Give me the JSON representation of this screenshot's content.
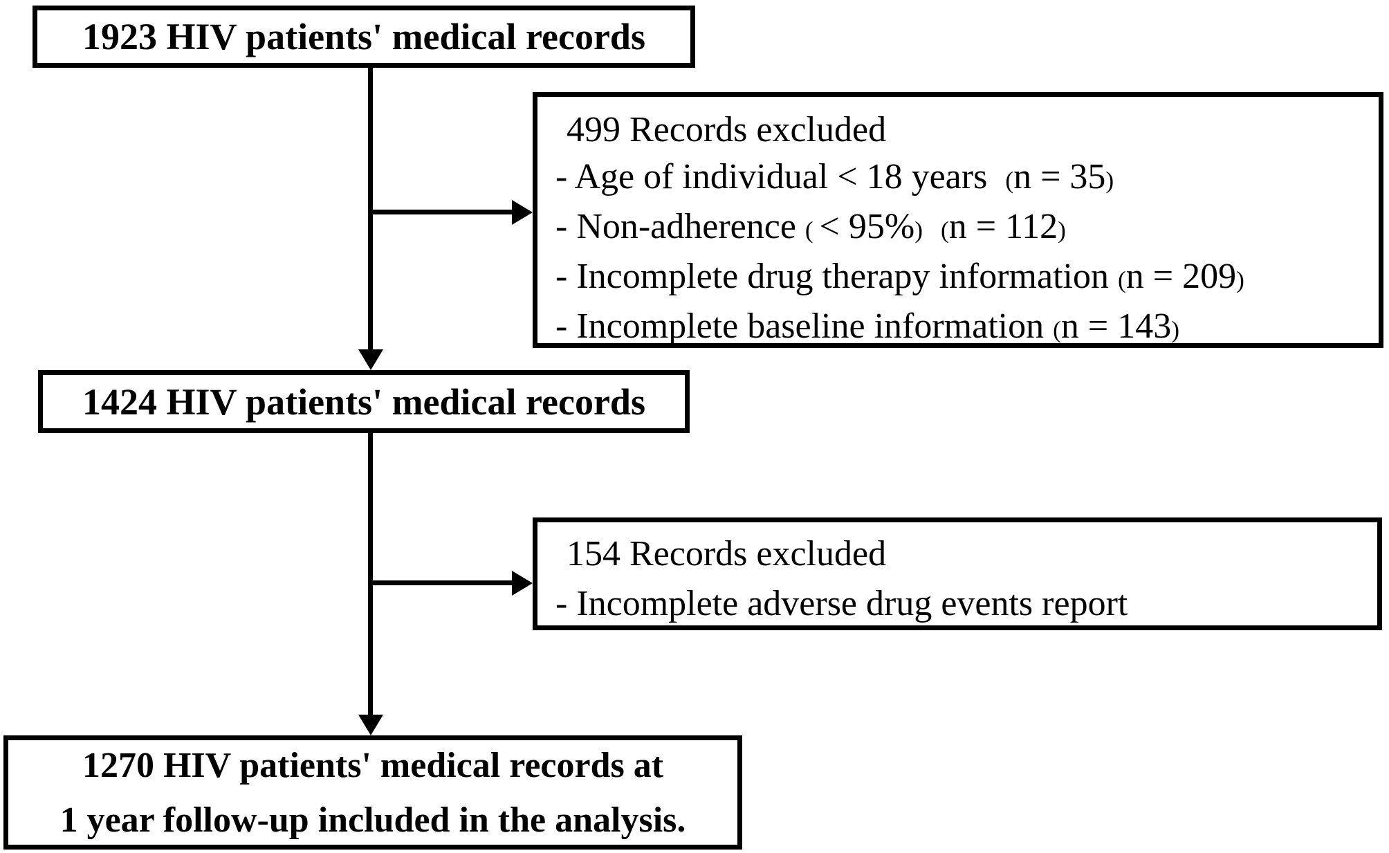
{
  "diagram": {
    "colors": {
      "ink": "#000000",
      "background": "#ffffff"
    },
    "box_initial": {
      "text": "1923 HIV patients' medical records"
    },
    "exclusion_first": {
      "title": "499 Records excluded",
      "lines": [
        {
          "segments": [
            {
              "t": "- Age of individual < 18 years  "
            },
            {
              "t": "(",
              "small": true
            },
            {
              "t": "n = 35"
            },
            {
              "t": ")",
              "small": true
            }
          ]
        },
        {
          "segments": [
            {
              "t": "- Non-adherence "
            },
            {
              "t": "( ",
              "small": true
            },
            {
              "t": "< 95%"
            },
            {
              "t": ")",
              "small": true
            },
            {
              "t": "  "
            },
            {
              "t": "(",
              "small": true
            },
            {
              "t": "n = 112"
            },
            {
              "t": ")",
              "small": true
            }
          ]
        },
        {
          "segments": [
            {
              "t": "- Incomplete drug therapy information "
            },
            {
              "t": "(",
              "small": true
            },
            {
              "t": "n = 209"
            },
            {
              "t": ")",
              "small": true
            }
          ]
        },
        {
          "segments": [
            {
              "t": "- Incomplete baseline information "
            },
            {
              "t": "(",
              "small": true
            },
            {
              "t": "n = 143"
            },
            {
              "t": ")",
              "small": true
            }
          ]
        }
      ]
    },
    "box_intermediate": {
      "text": "1424 HIV patients' medical records"
    },
    "exclusion_second": {
      "title": "154 Records excluded",
      "lines": [
        {
          "segments": [
            {
              "t": "- Incomplete adverse drug events report"
            }
          ]
        }
      ]
    },
    "box_final": {
      "line1": "1270 HIV patients' medical records at",
      "line2": "1 year follow-up included in the analysis."
    }
  }
}
